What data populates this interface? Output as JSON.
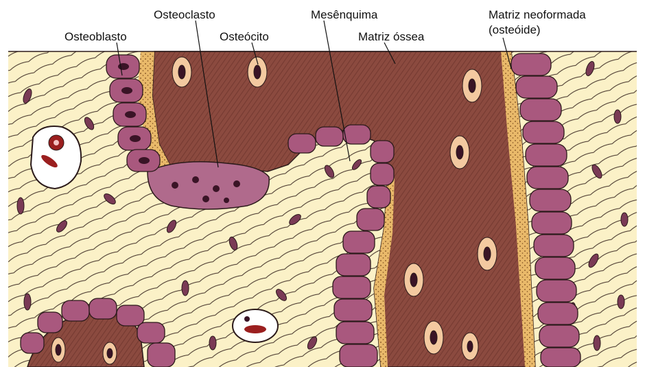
{
  "labels": {
    "osteoblasto": "Osteoblasto",
    "osteoclasto": "Osteoclasto",
    "osteocito": "Osteócito",
    "mesenquima": "Mesênquima",
    "matriz_ossea": "Matriz óssea",
    "matriz_neoformada_line1": "Matriz neoformada",
    "matriz_neoformada_line2": "(osteóide)"
  },
  "colors": {
    "bone_matrix": "#8b4a3f",
    "osteoid": "#e8b866",
    "mesenchyme": "#fbf1c7",
    "cell_purple": "#a9587e",
    "nucleus": "#3a1426",
    "blood_red": "#9b1f1f",
    "outline": "#2b1a1a"
  }
}
